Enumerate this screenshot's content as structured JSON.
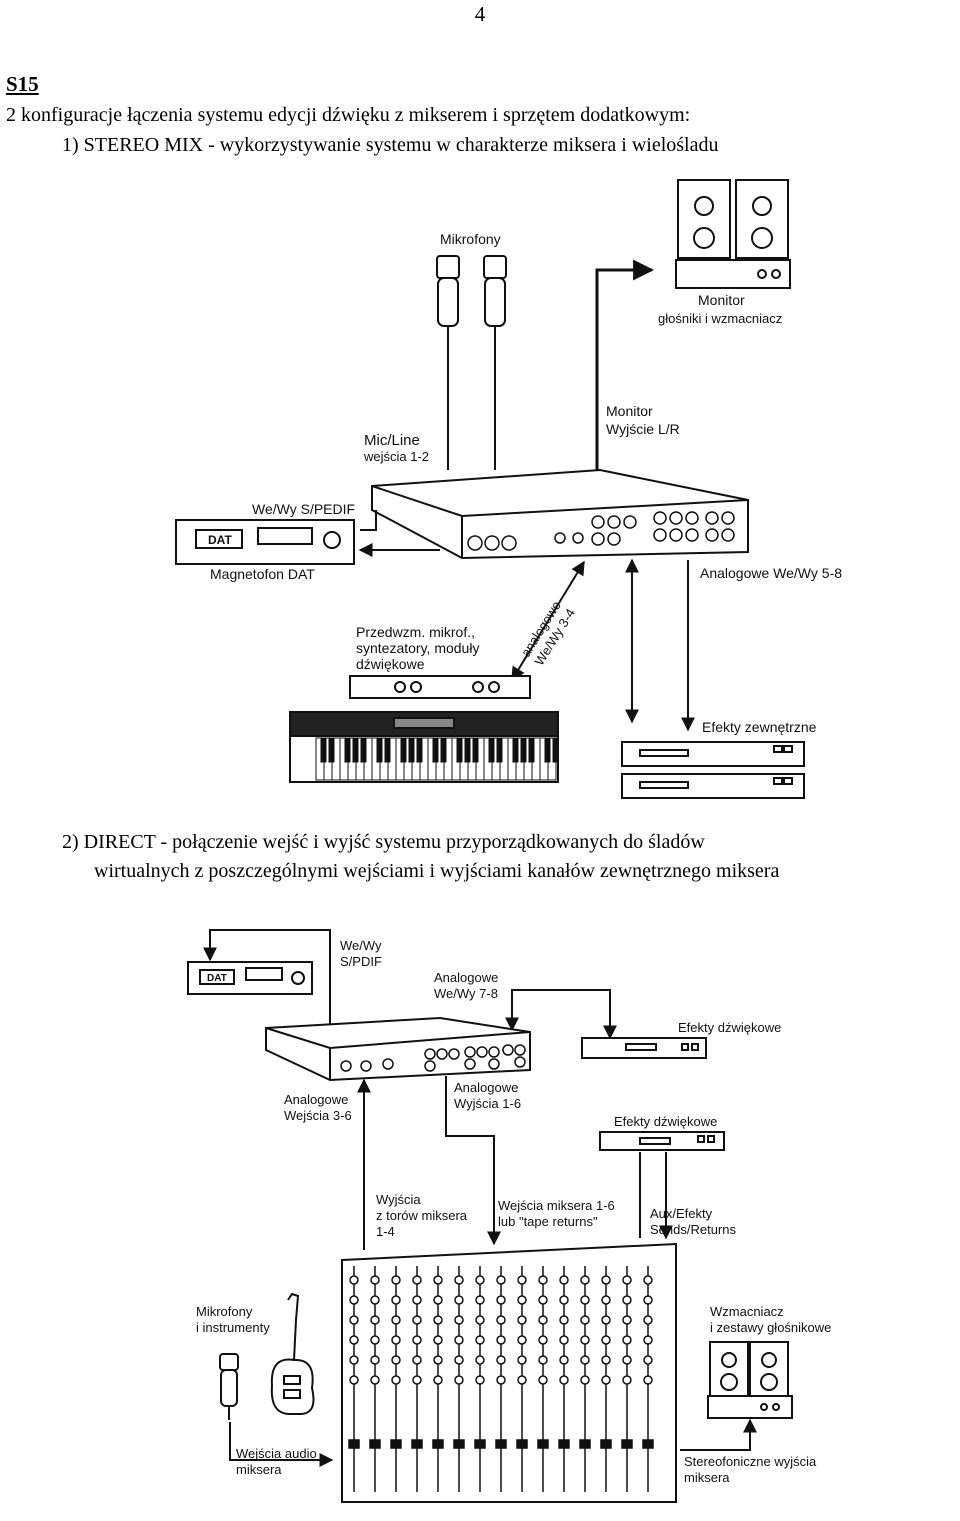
{
  "page_number": "4",
  "section_label": "S15",
  "intro": "2 konfiguracje łączenia systemu edycji dźwięku z mikserem i sprzętem dodatkowym:",
  "item1": "1) STEREO MIX - wykorzystywanie systemu w charakterze miksera i wielośladu",
  "item2_lead": "2) DIRECT - połączenie wejść i wyjść systemu przyporządkowanych do śladów",
  "item2_cont": "wirtualnych z poszczególnymi wejściami i wyjściami kanałów zewnętrznego miksera",
  "diagram1": {
    "mikrofony": "Mikrofony",
    "monitor": "Monitor",
    "glosniki": "głośniki i wzmacniacz",
    "monitor_out1": "Monitor",
    "monitor_out2": "Wyjście L/R",
    "micline1": "Mic/Line",
    "micline2": "wejścia 1-2",
    "spdif": "We/Wy S/PEDIF",
    "dat_badge": "DAT",
    "dat_label": "Magnetofon DAT",
    "analog58": "Analogowe We/Wy 5-8",
    "przedw1": "Przedwzm. mikrof.,",
    "przedw2": "syntezatory, moduły",
    "przedw3": "dźwiękowe",
    "analog34a": "analogowe",
    "analog34b": "We/Wy 3-4",
    "efekty_zew": "Efekty zewnętrzne"
  },
  "diagram2": {
    "spdif1": "We/Wy",
    "spdif2": "S/PDIF",
    "dat_badge": "DAT",
    "analog78a": "Analogowe",
    "analog78b": "We/Wy 7-8",
    "efekty1": "Efekty dźwiękowe",
    "analogwe1": "Analogowe",
    "analogwe2": "Wejścia 3-6",
    "analogwy1": "Analogowe",
    "analogwy2": "Wyjścia 1-6",
    "efekty2": "Efekty dźwiękowe",
    "wyjscia1": "Wyjścia",
    "wyjscia2": "z torów miksera",
    "wyjscia3": "1-4",
    "wejmix1": "Wejścia miksera 1-6",
    "wejmix2": "lub \"tape returns\"",
    "aux1": "Aux/Efekty",
    "aux2": "Sends/Returns",
    "mikrofony1": "Mikrofony",
    "mikrofony2": "i instrumenty",
    "wzmacniacz1": "Wzmacniacz",
    "wzmacniacz2": "i zestawy głośnikowe",
    "wejaudio1": "Wejścia audio",
    "wejaudio2": "miksera",
    "stereo1": "Stereofoniczne wyjścia",
    "stereo2": "miksera"
  }
}
